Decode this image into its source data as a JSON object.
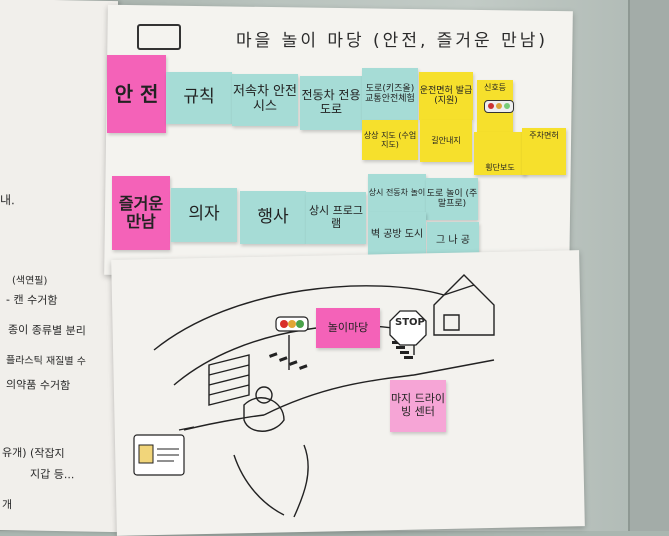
{
  "board": {
    "title": "마을 놀이 마당 (안전, 즐거운 만남)",
    "section_number_box": "",
    "rows": [
      {
        "category": "안 전",
        "notes": [
          "규칙",
          "저속차 안전시스",
          "전동차 전용도로",
          "도로(키즈올) 교통안전체험",
          "운전면허 발급(지원)",
          "신호등",
          "상상 지도 (수업지도)",
          "길안내지",
          "횡단보도",
          "주차면허"
        ]
      },
      {
        "category": "즐거운 만남",
        "notes": [
          "의자",
          "행사",
          "상시 프로그램",
          "상시 전동차 놀이",
          "도로 놀이 (주말프로)",
          "벽 공방 도시",
          "그 나 공"
        ]
      }
    ],
    "sketch_notes": [
      "놀이마당",
      "마지 드라이빙 센터"
    ],
    "sign_text": "STOP"
  },
  "left_sheet": {
    "lines": [
      "내.",
      "(색연필)",
      "- 캔 수거함",
      "종이 종류별 분리",
      "플라스틱 재질별 수",
      "의약품 수거함",
      "유개) (작잡지",
      "지갑 등...",
      "개"
    ]
  },
  "colors": {
    "pink": "#f462b8",
    "teal": "#a6dcd6",
    "yellow": "#f6e02c",
    "light_pink": "#f6a5d6"
  }
}
